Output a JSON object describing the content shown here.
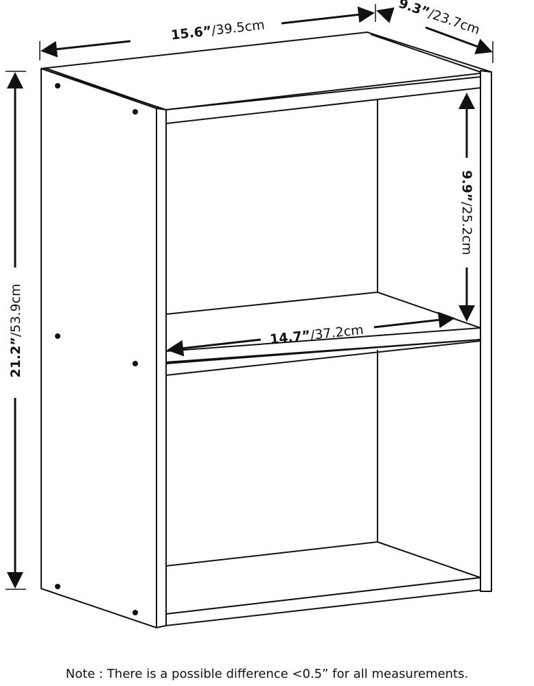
{
  "dimensions": {
    "width": {
      "inch": "15.6”",
      "cm": "/39.5cm"
    },
    "depth": {
      "inch": "9.3”",
      "cm": "/23.7cm"
    },
    "height": {
      "inch": "21.2”",
      "cm": "/53.9cm"
    },
    "shelf_height": {
      "inch": "9.9”",
      "cm": "/25.2cm"
    },
    "shelf_width": {
      "inch": "14.7”",
      "cm": "/37.2cm"
    }
  },
  "note": "Note : There is a possible difference <0.5” for all measurements.",
  "colors": {
    "line": "#111111",
    "background": "#ffffff"
  }
}
